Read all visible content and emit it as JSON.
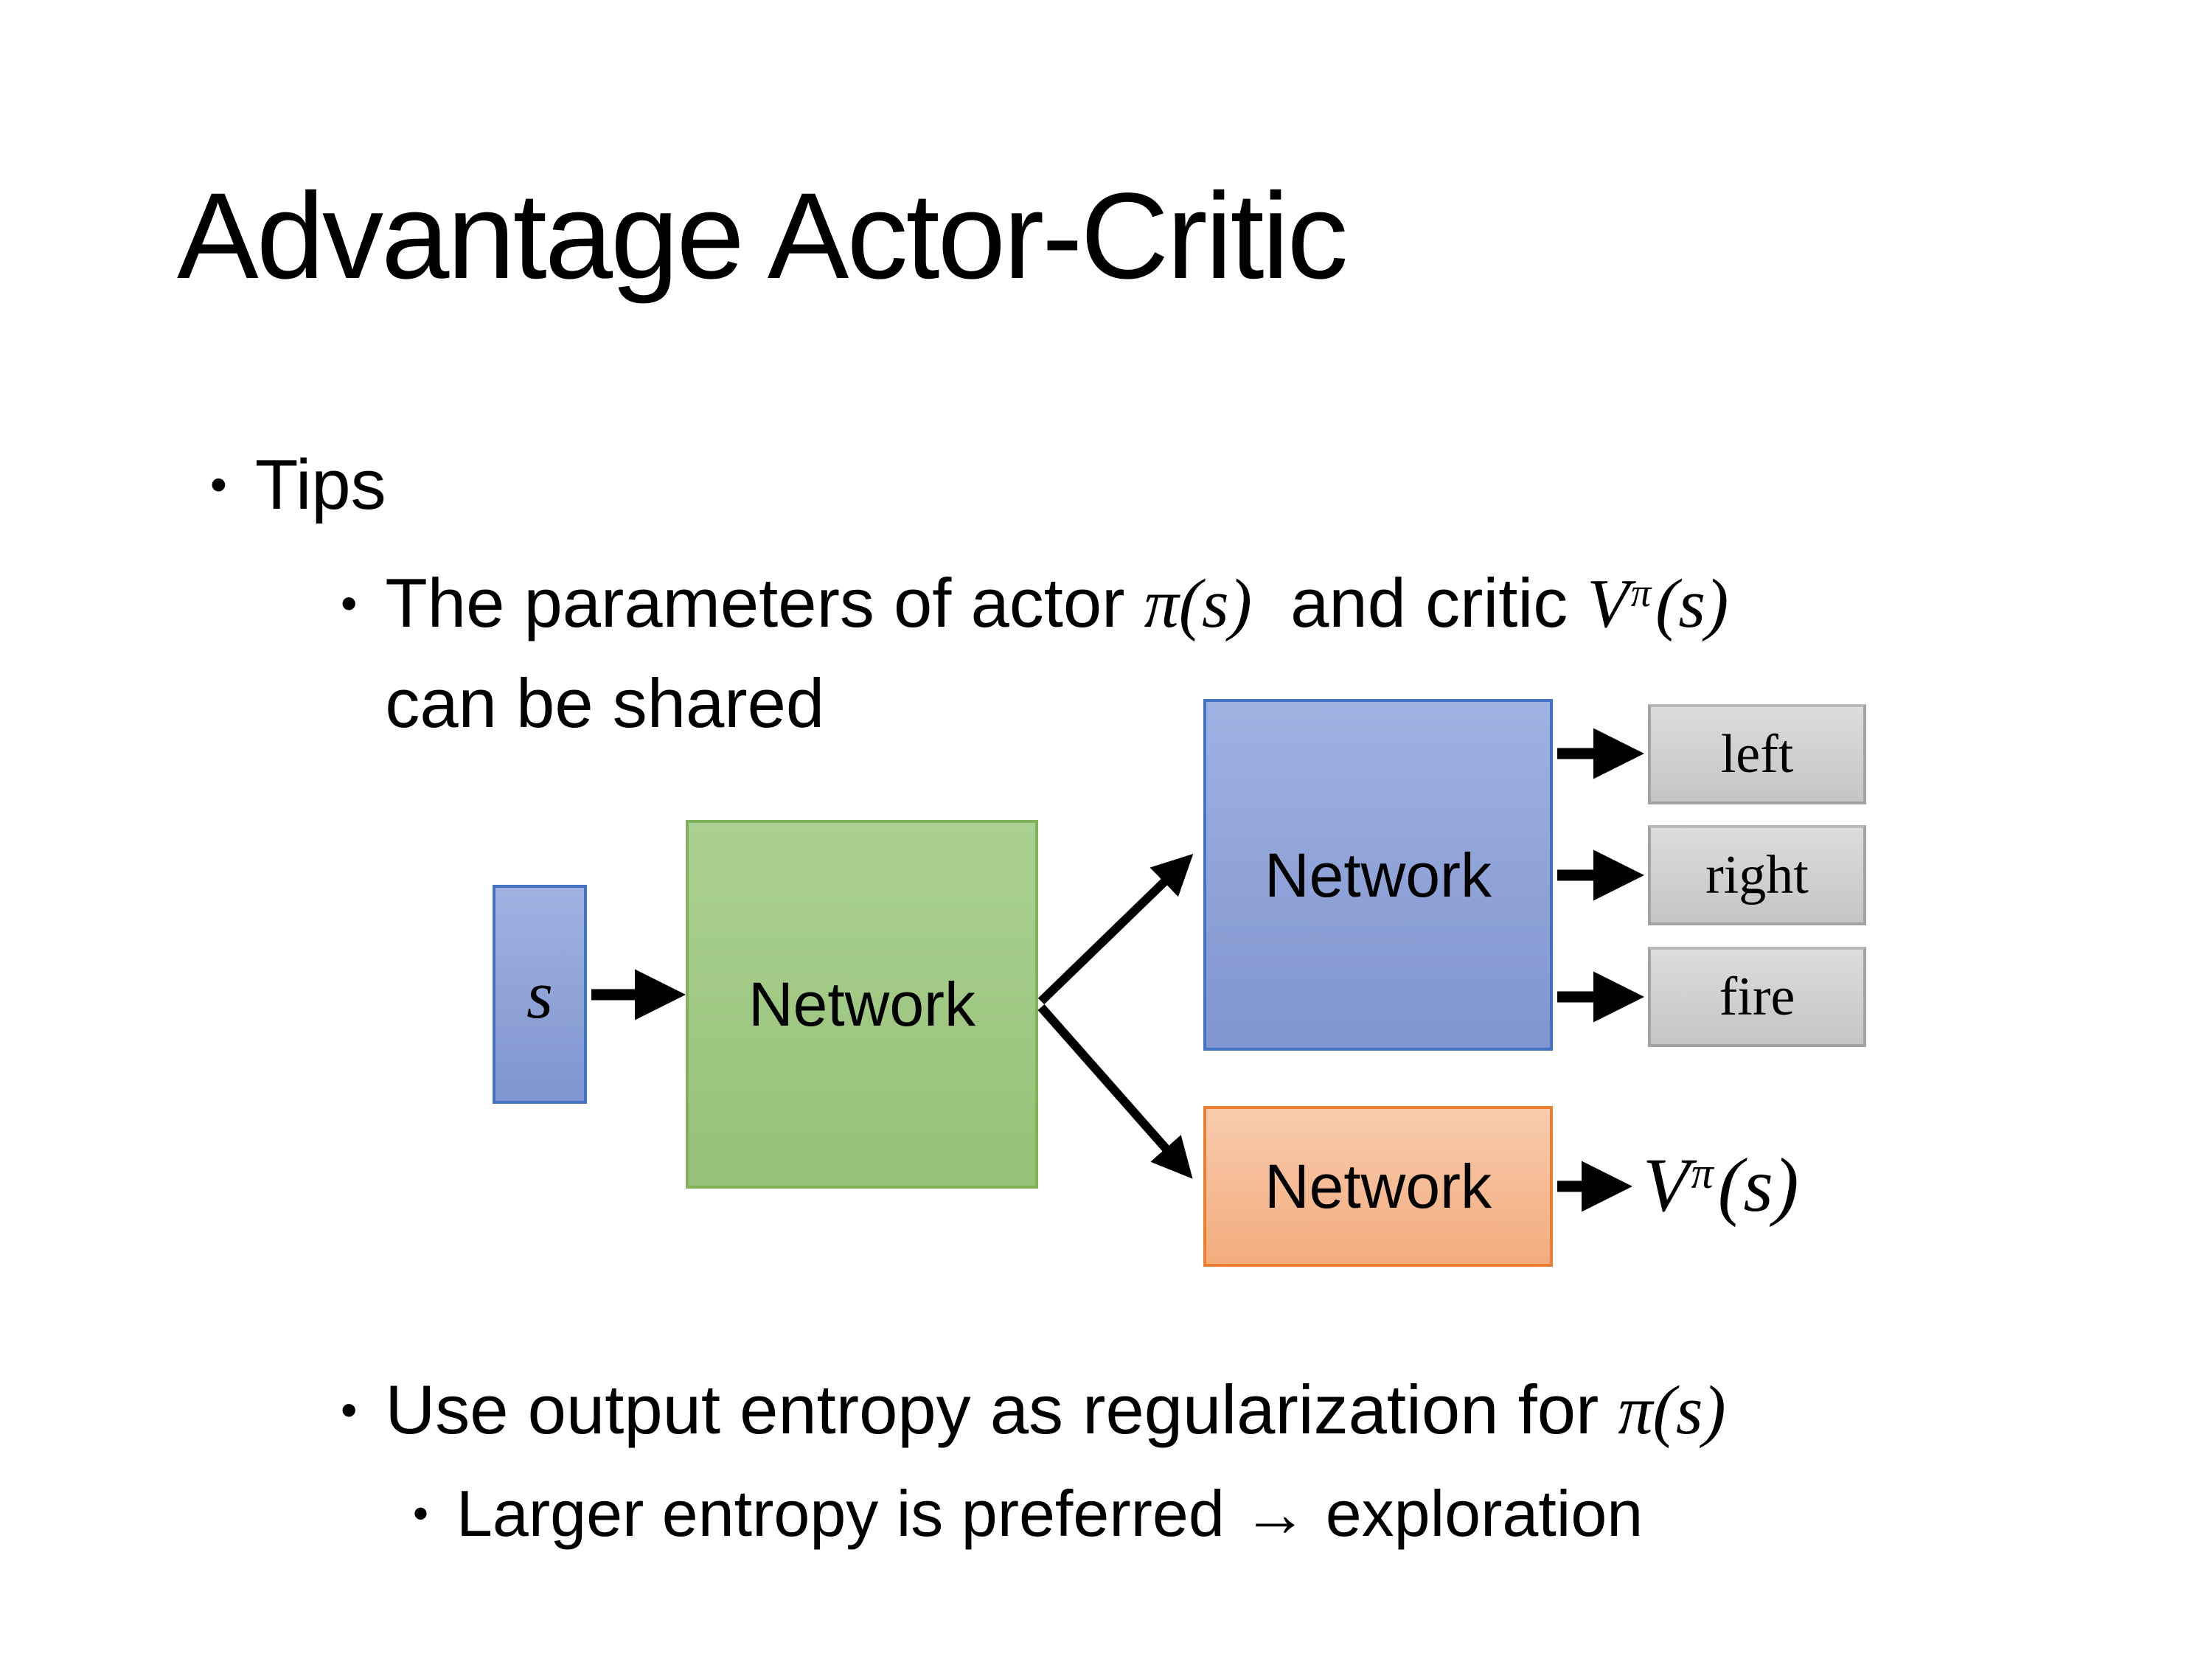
{
  "slide": {
    "title": "Advantage Actor-Critic",
    "bullet_char": "•",
    "tips": "Tips",
    "point1": {
      "pre": "The parameters of actor ",
      "actor_math": "π(s)",
      "mid": "  and critic ",
      "critic_v": "V",
      "critic_sup": "π",
      "critic_args": "(s)",
      "line2": "can be shared"
    },
    "point2": {
      "pre": "Use output entropy as regularization for ",
      "math": "π(s)"
    },
    "point3": "Larger entropy is preferred → exploration"
  },
  "diagram": {
    "state_label": "s",
    "shared_network": "Network",
    "actor_network": "Network",
    "critic_network": "Network",
    "actions": [
      "left",
      "right",
      "fire"
    ],
    "value_v": "V",
    "value_sup": "π",
    "value_args": "(s)"
  },
  "colors": {
    "background": "#ffffff",
    "text": "#000000",
    "arrow": "#000000",
    "blue-fill-top": "#9fb2e2",
    "blue-fill-bottom": "#8095ce",
    "blue-border": "#4472c4",
    "green-fill-top": "#abd192",
    "green-fill-bottom": "#96c177",
    "green-border": "#7fb25a",
    "orange-fill-top": "#f8cbae",
    "orange-fill-bottom": "#f3ac7c",
    "orange-border": "#ed7d31",
    "gray-fill-top": "#dcdcdc",
    "gray-fill-bottom": "#c6c5c5",
    "gray-border": "#a3a3a3"
  }
}
